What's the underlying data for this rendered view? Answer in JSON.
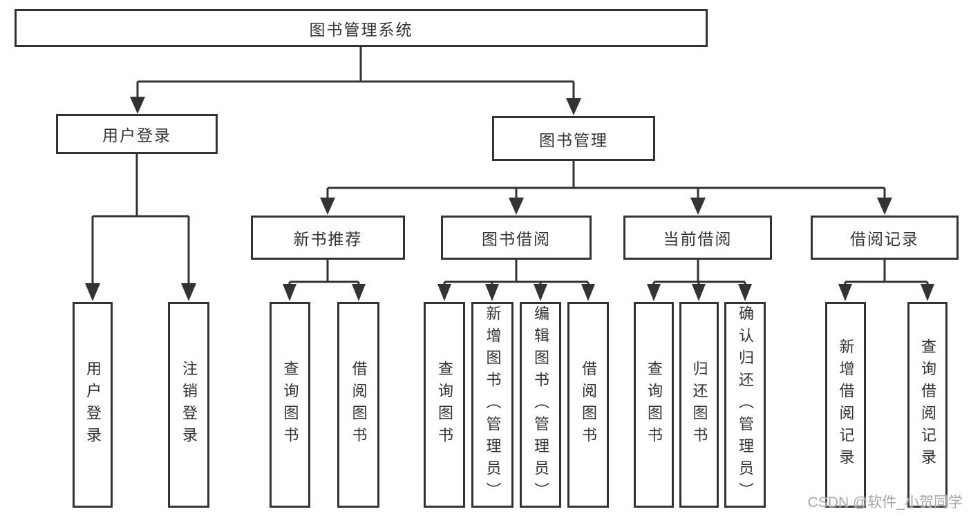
{
  "tree": {
    "root": {
      "label": "图书管理系统"
    },
    "user_branch": {
      "label": "用户登录",
      "children": [
        {
          "label": "用户登录"
        },
        {
          "label": "注销登录"
        }
      ]
    },
    "book_branch": {
      "label": "图书管理",
      "groups": [
        {
          "label": "新书推荐",
          "children": [
            {
              "label": "查询图书"
            },
            {
              "label": "借阅图书"
            }
          ]
        },
        {
          "label": "图书借阅",
          "children": [
            {
              "label": "查询图书"
            },
            {
              "label": "新增图书（管理员）"
            },
            {
              "label": "编辑图书（管理员）"
            },
            {
              "label": "借阅图书"
            }
          ]
        },
        {
          "label": "当前借阅",
          "children": [
            {
              "label": "查询图书"
            },
            {
              "label": "归还图书"
            },
            {
              "label": "确认归还（管理员）"
            }
          ]
        },
        {
          "label": "借阅记录",
          "children": [
            {
              "label": "新增借阅记录"
            },
            {
              "label": "查询借阅记录"
            }
          ]
        }
      ]
    }
  },
  "watermark": {
    "text": "CSDN @软件_小贺同学"
  },
  "colors": {
    "line": "#333333",
    "box_border": "#333333",
    "text": "#333333",
    "background": "#ffffff",
    "watermark": "#a6a6a6"
  }
}
